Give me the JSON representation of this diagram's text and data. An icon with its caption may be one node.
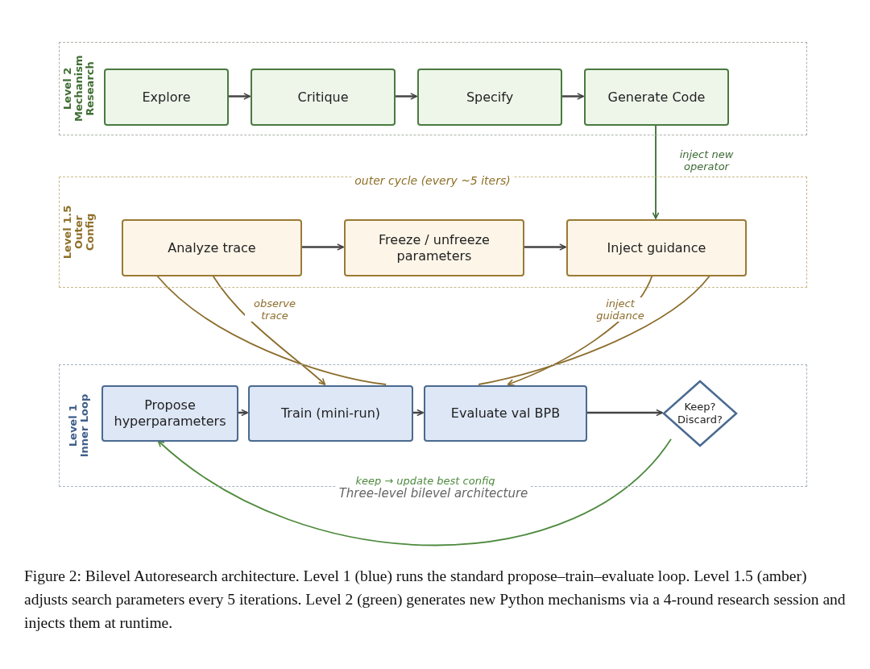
{
  "diagram": {
    "caption": "Figure 2: Bilevel Autoresearch architecture. Level 1 (blue) runs the standard propose–train–evaluate loop. Level 1.5 (amber) adjusts search parameters every 5 iterations. Level 2 (green) generates new Python mechanisms via a 4-round research session and injects them at runtime.",
    "nodes": [
      {
        "text": [
          "Level 2 Mechanism Research"
        ]
      },
      {
        "text": [
          "Explore"
        ],
        "in": 0
      },
      {
        "text": [
          "Critique"
        ],
        "in": 0
      },
      {
        "text": [
          "Specify"
        ],
        "in": 0
      },
      {
        "text": [
          "Generate Code"
        ],
        "in": 0
      },
      {
        "text": [
          "Level 1.5 Outer Config"
        ]
      },
      {
        "text": [
          "Analyze trace"
        ],
        "in": 5
      },
      {
        "text": [
          "Freeze / unfreeze parameters"
        ],
        "in": 5
      },
      {
        "text": [
          "Inject guidance"
        ],
        "in": 5
      },
      {
        "text": [
          "Level 1 Inner Loop"
        ]
      },
      {
        "text": [
          "Propose hyperparameters"
        ],
        "in": 9
      },
      {
        "text": [
          "Train (mini-run)"
        ],
        "in": 9
      },
      {
        "text": [
          "Evaluate val BPB"
        ],
        "in": 9
      },
      {
        "text": [
          "Keep? Discard?"
        ],
        "in": 9
      }
    ],
    "edges": [
      {
        "from": 1,
        "to": 2,
        "arrow": "to"
      },
      {
        "from": 2,
        "to": 3,
        "arrow": "to"
      },
      {
        "from": 3,
        "to": 4,
        "arrow": "to"
      },
      {
        "from": 4,
        "to": 8,
        "arrow": "to",
        "label": "inject new operator",
        "color": "#3d6b35"
      },
      {
        "from": 6,
        "to": 7,
        "arrow": "to"
      },
      {
        "from": 7,
        "to": 8,
        "arrow": "to"
      },
      {
        "from": 6,
        "to": 11,
        "arrow": "to",
        "label": "observe trace",
        "color": "#8c6d2c"
      },
      {
        "from": 6,
        "to": 11,
        "arrow": "none",
        "color": "#8c6d2c"
      },
      {
        "from": 8,
        "to": 12,
        "arrow": "to",
        "label": "inject guidance",
        "color": "#8c6d2c"
      },
      {
        "from": 8,
        "to": 12,
        "arrow": "none",
        "color": "#8c6d2c"
      },
      {
        "from": 10,
        "to": 11,
        "arrow": "to"
      },
      {
        "from": 11,
        "to": 12,
        "arrow": "to"
      },
      {
        "from": 12,
        "to": 13,
        "arrow": "to"
      },
      {
        "from": 13,
        "to": 10,
        "arrow": "to",
        "label": "keep → update best config",
        "color": "#4e8a3e"
      }
    ],
    "labels": [
      "outer cycle (every ~5 iters)",
      "Three-level bilevel architecture"
    ]
  }
}
